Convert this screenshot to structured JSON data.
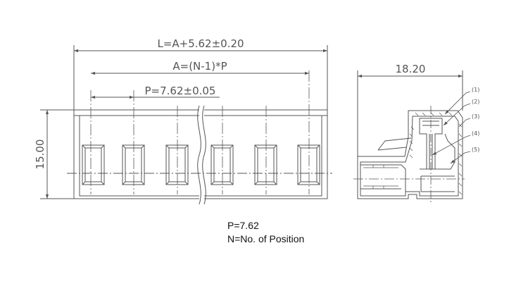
{
  "dimensions": {
    "overall_length": "L=A+5.62±0.20",
    "span": "A=(N-1)*P",
    "pitch": "P=7.62±0.05",
    "height": "15.00",
    "depth": "18.20"
  },
  "callouts": [
    "(1)",
    "(2)",
    "(3)",
    "(4)",
    "(5)"
  ],
  "notes": {
    "pitch_note": "P=7.62",
    "positions_note": "N=No. of Position"
  },
  "colors": {
    "line": "#555555",
    "text": "#555555",
    "note_text": "#111111"
  }
}
